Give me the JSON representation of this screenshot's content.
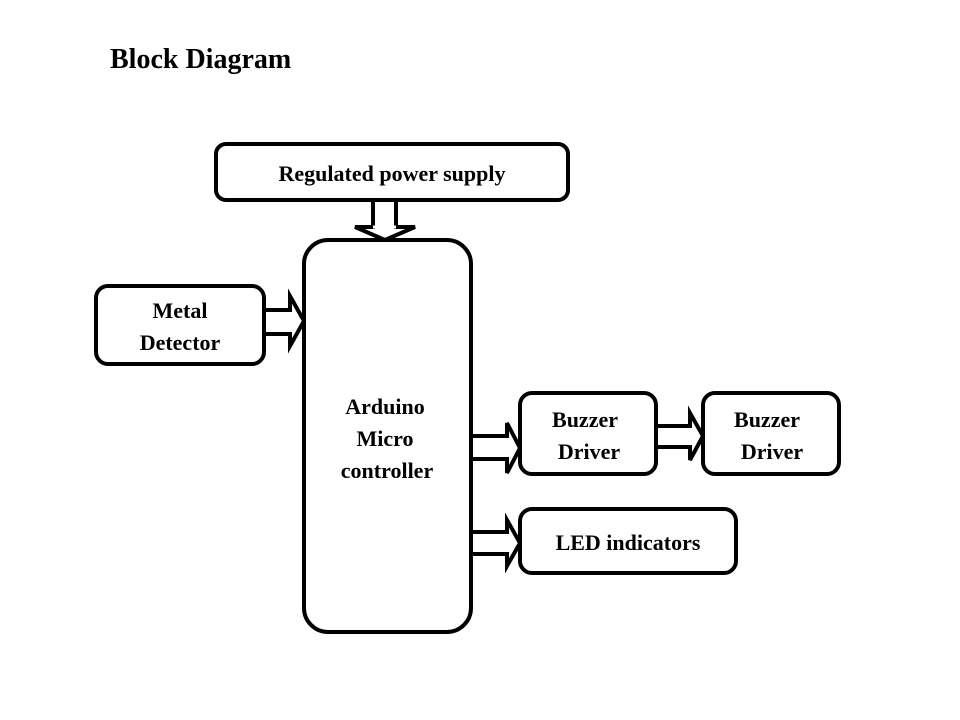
{
  "title": "Block Diagram",
  "blocks": {
    "power_supply": {
      "lines": [
        "Regulated power supply"
      ]
    },
    "arduino": {
      "lines": [
        "Arduino",
        "Micro",
        "controller"
      ]
    },
    "metal_detector": {
      "lines": [
        "Metal",
        "Detector"
      ]
    },
    "buzzer_driver_1": {
      "lines": [
        "Buzzer",
        "Driver"
      ]
    },
    "buzzer_driver_2": {
      "lines": [
        "Buzzer",
        "Driver"
      ]
    },
    "led_indicators": {
      "lines": [
        "LED indicators"
      ]
    }
  },
  "connections": [
    {
      "from": "Regulated power supply",
      "to": "Arduino Micro controller"
    },
    {
      "from": "Metal Detector",
      "to": "Arduino Micro controller"
    },
    {
      "from": "Arduino Micro controller",
      "to": "Buzzer Driver"
    },
    {
      "from": "Buzzer Driver",
      "to": "Buzzer Driver"
    },
    {
      "from": "Arduino Micro controller",
      "to": "LED indicators"
    }
  ],
  "colors": {
    "stroke": "#000000",
    "fill": "#ffffff",
    "text": "#000000"
  }
}
